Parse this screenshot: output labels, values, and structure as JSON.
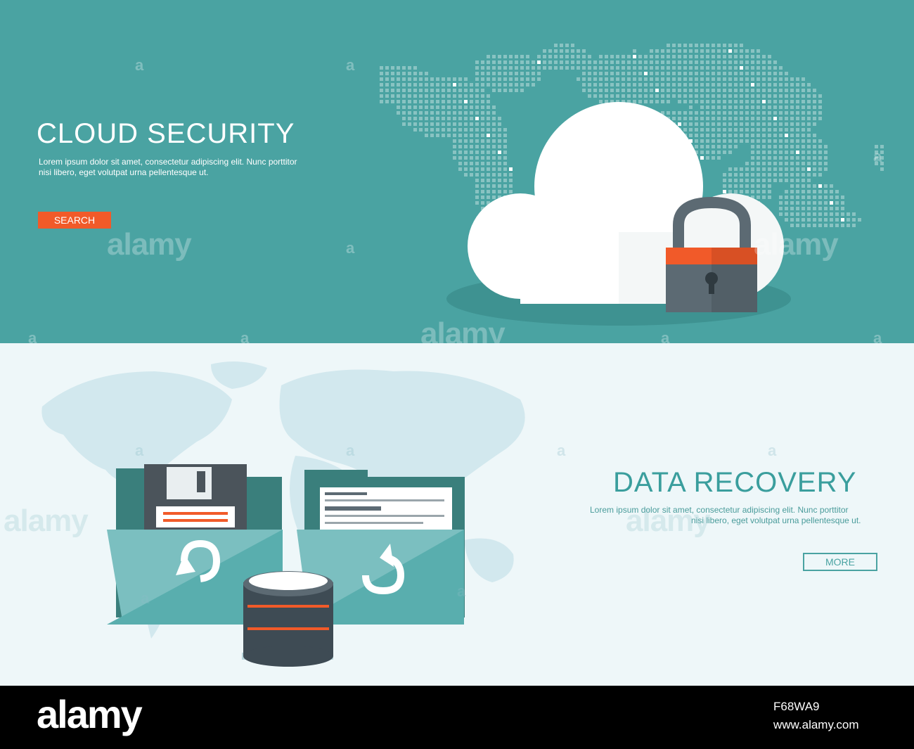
{
  "cloud_security": {
    "title": "CLOUD SECURITY",
    "description_line1": "Lorem ipsum dolor sit amet, consectetur adipiscing elit. Nunc porttitor",
    "description_line2": "nisi libero, eget volutpat urna pellentesque ut.",
    "button_label": "SEARCH"
  },
  "data_recovery": {
    "title": "DATA RECOVERY",
    "description_line1": "Lorem ipsum dolor sit amet, consectetur adipiscing elit. Nunc porttitor",
    "description_line2": "nisi libero, eget volutpat urna pellentesque ut.",
    "button_label": "MORE"
  },
  "watermark": {
    "text": "alamy",
    "letter": "a"
  },
  "footer": {
    "logo": "alamy",
    "image_id": "F68WA9",
    "url": "www.alamy.com"
  },
  "colors": {
    "teal": "#4aa3a2",
    "pale": "#eef7f9",
    "orange": "#f15a29",
    "lock_gray": "#5c6a73",
    "dark_teal": "#3a7f7c"
  },
  "icons": [
    "world-map-dotted",
    "cloud-icon",
    "padlock-icon",
    "world-map",
    "folder-icon",
    "floppy-disk-icon",
    "document-icon",
    "refresh-arrow-icon",
    "database-icon"
  ]
}
